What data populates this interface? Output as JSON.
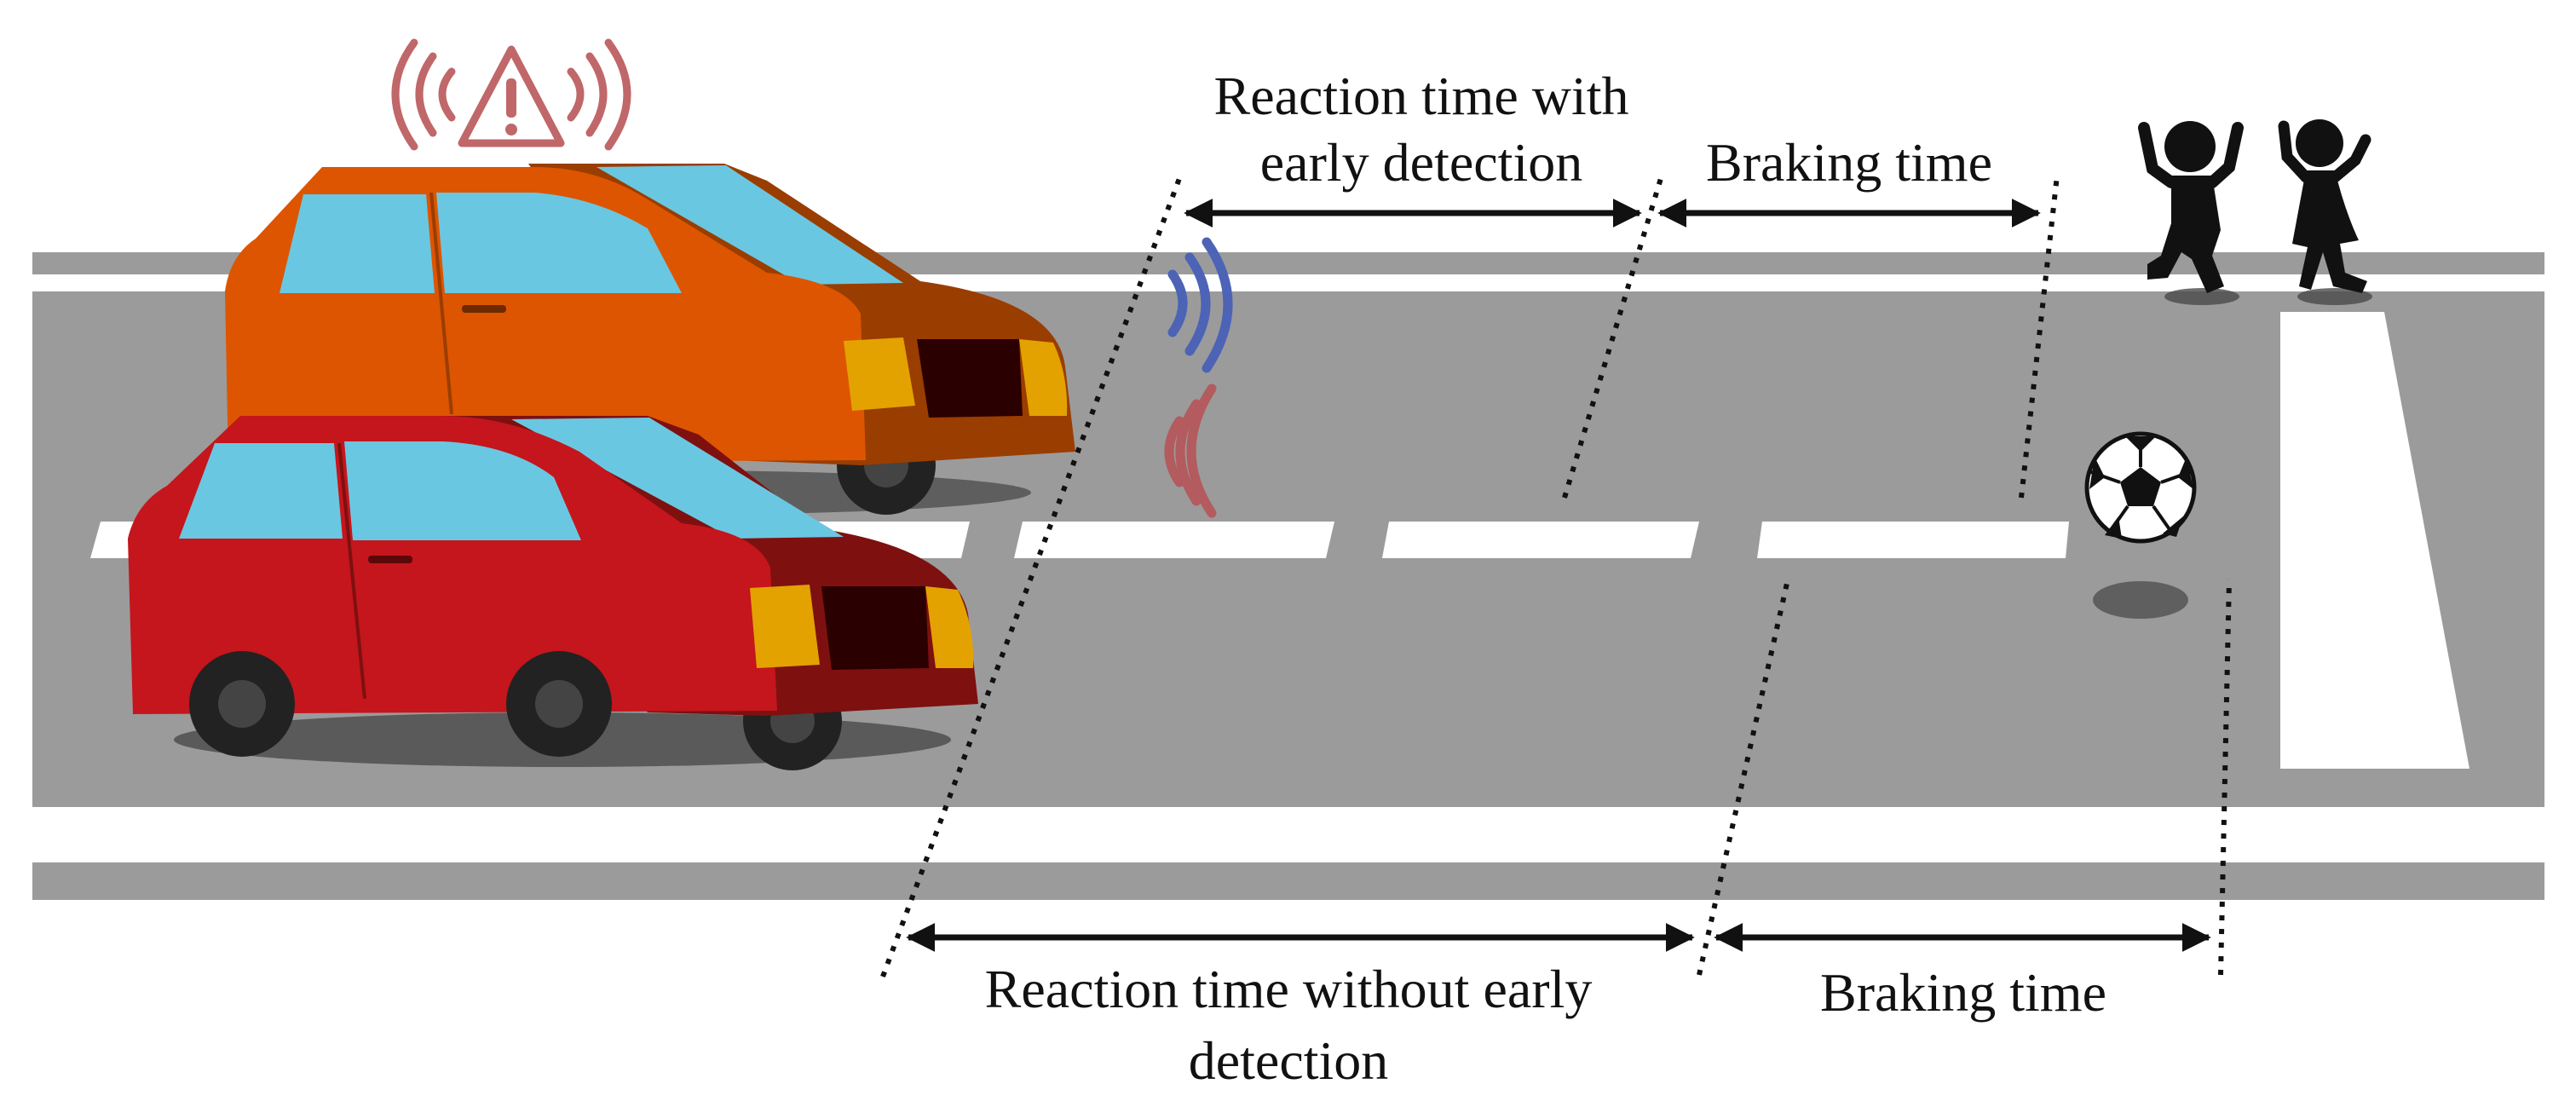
{
  "labels": {
    "reaction_early_line1": "Reaction time with",
    "reaction_early_line2": "early detection",
    "braking_top": "Braking time",
    "reaction_late_line1": "Reaction time without early",
    "reaction_late_line2": "detection",
    "braking_bottom": "Braking time"
  },
  "colors": {
    "road": "#9b9b9b",
    "road_shadow": "#5f5f5f",
    "lane_marking": "#ffffff",
    "orange_car": "#dd5500",
    "orange_car_dark": "#9a3d00",
    "red_car": "#c4161c",
    "red_car_dark": "#7e1010",
    "window": "#6ac7e1",
    "headlight": "#e3a200",
    "warning": "#c0676a",
    "signal_blue": "#4c63b6",
    "signal_red": "#b35b5e",
    "figures": "#111111"
  },
  "icons": {
    "warning": "warning-triangle-icon",
    "signal_blue": "wireless-signal-icon",
    "signal_red": "wireless-signal-icon",
    "ball": "soccer-ball-icon",
    "children": "running-child-icon"
  }
}
